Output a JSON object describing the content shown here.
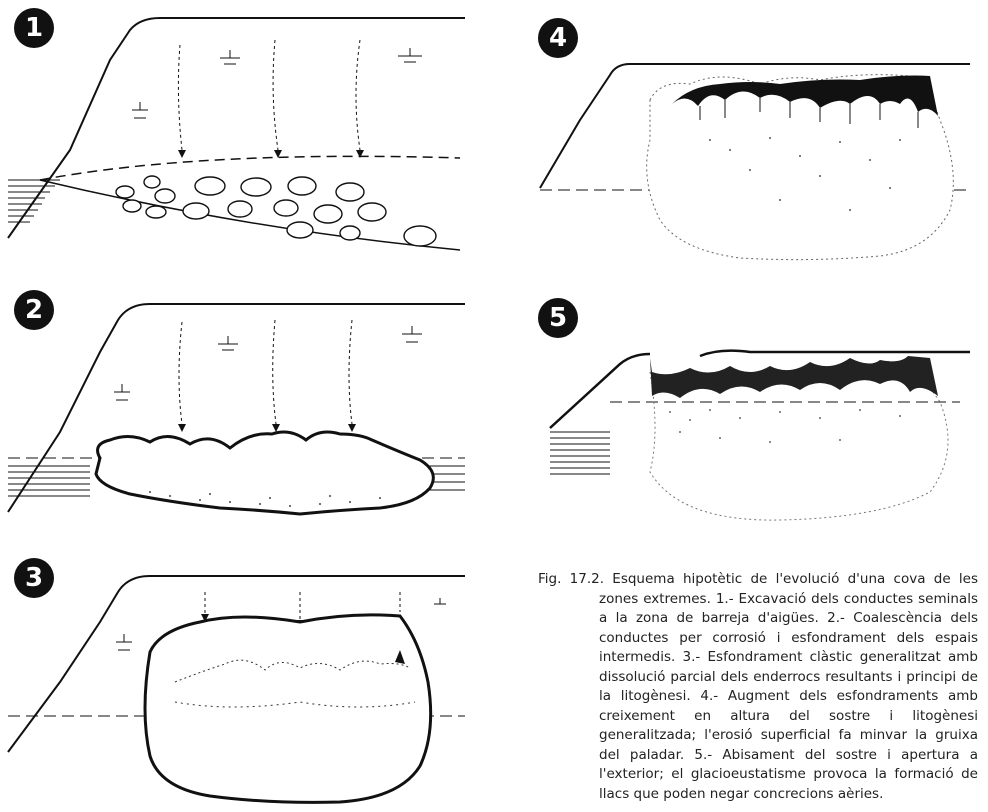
{
  "panels": [
    {
      "number": "1"
    },
    {
      "number": "2"
    },
    {
      "number": "3"
    },
    {
      "number": "4"
    },
    {
      "number": "5"
    }
  ],
  "caption": {
    "label": "Fig. 17.2.",
    "text": "Esquema hipotètic de l'evolució d'una cova de les zones extremes. 1.- Excavació dels conductes seminals a la zona de barreja d'aigües. 2.- Coalescència dels conductes per corrosió i esfondrament dels espais intermedis. 3.- Esfondrament clàstic generalitzat amb dissolució parcial dels enderrocs resultants i principi de la litogènesi. 4.- Augment dels esfondraments amb creixement en altura del sostre i litogènesi generalitzada; l'erosió superficial fa minvar la gruixa del paladar. 5.- Abisament del sostre i apertura a l'exterior; el glacioeustatisme provoca la formació de llacs que poden negar concrecions aèries."
  },
  "colors": {
    "ink": "#111111",
    "paper": "#ffffff"
  }
}
